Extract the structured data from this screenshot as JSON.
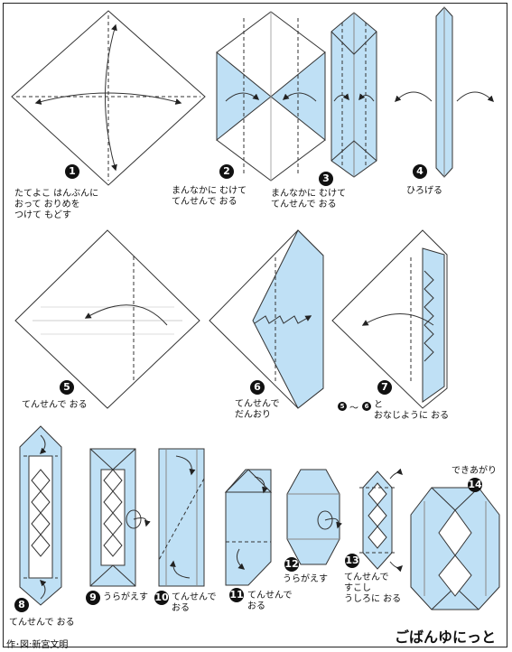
{
  "title": "ごばんゆにっと",
  "credit": "作･図:新宮文明",
  "colors": {
    "paper_blue": "#bfe0f5",
    "line": "#333333"
  },
  "steps": [
    {
      "num": "1",
      "text": "たてよこ はんぶんに\nおって おりめを\nつけて もどす"
    },
    {
      "num": "2",
      "text": "まんなかに むけて\nてんせんで おる"
    },
    {
      "num": "3",
      "text": "まんなかに むけて\nてんせんで おる"
    },
    {
      "num": "4",
      "text": "ひろげる"
    },
    {
      "num": "5",
      "text": "てんせんで おる"
    },
    {
      "num": "6",
      "text": "てんせんで\nだんおり"
    },
    {
      "num": "7",
      "text": "と\nおなじように おる",
      "ref_from": "5",
      "ref_sep": "～",
      "ref_to": "6"
    },
    {
      "num": "8",
      "text": "てんせんで おる"
    },
    {
      "num": "9",
      "text": "うらがえす"
    },
    {
      "num": "10",
      "text": "てんせんで\nおる"
    },
    {
      "num": "11",
      "text": "てんせんで\nおる"
    },
    {
      "num": "12",
      "text": "うらがえす"
    },
    {
      "num": "13",
      "text": "てんせんで\nすこし\nうしろに おる"
    },
    {
      "num": "14",
      "text": "できあがり"
    }
  ]
}
